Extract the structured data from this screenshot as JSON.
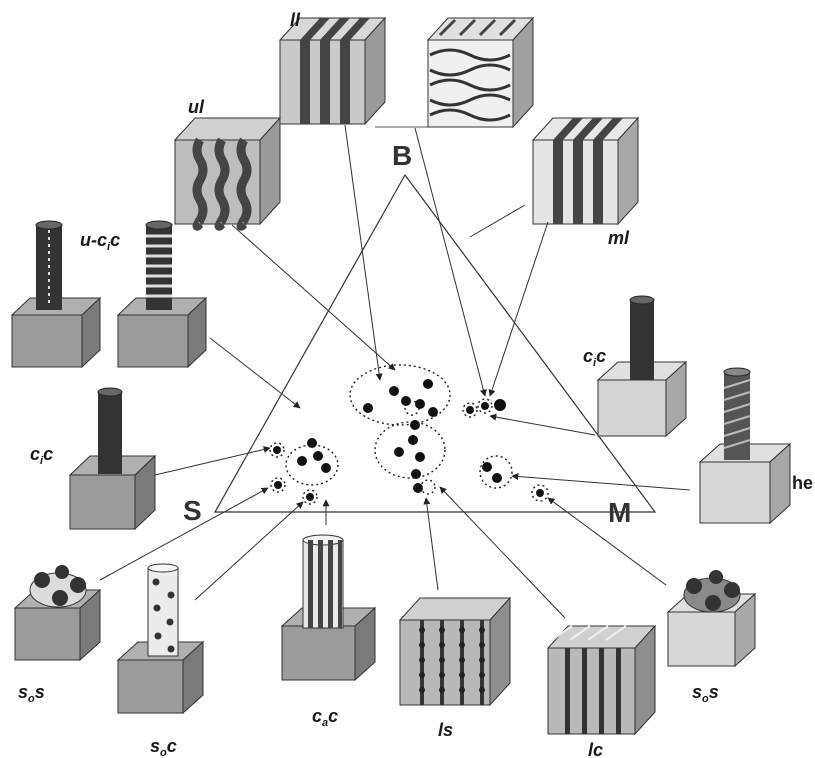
{
  "vertices": {
    "b": "B",
    "s": "S",
    "m": "M"
  },
  "labels": {
    "ll": "ll",
    "ul": "ul",
    "ml": "ml",
    "u_cic_pre": "u-c",
    "u_cic_sub": "i",
    "u_cic_post": "c",
    "cic_left_pre": "c",
    "cic_left_sub": "i",
    "cic_left_post": "c",
    "cic_right_pre": "c",
    "cic_right_sub": "i",
    "cic_right_post": "c",
    "he": "he",
    "sos_left_pre": "s",
    "sos_left_sub": "o",
    "sos_left_post": "s",
    "soc_pre": "s",
    "soc_sub": "o",
    "soc_post": "c",
    "cac_pre": "c",
    "cac_sub": "a",
    "cac_post": "c",
    "ls": "ls",
    "lc": "lc",
    "sos_right_pre": "s",
    "sos_right_sub": "o",
    "sos_right_post": "s"
  },
  "colors": {
    "dark": "#3a3a3a",
    "mid": "#8e8e8e",
    "light": "#d6d6d6",
    "lighter": "#e8e8e8",
    "white": "#f4f4f4"
  }
}
